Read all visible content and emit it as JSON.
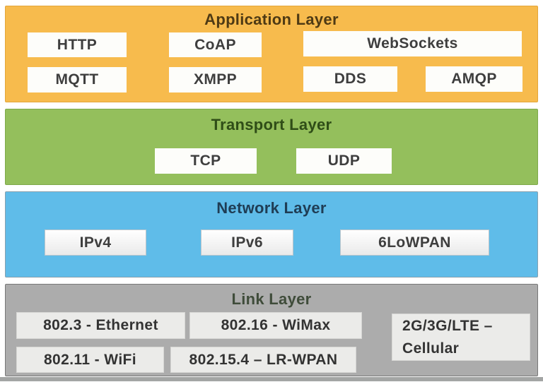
{
  "diagram": {
    "layers": {
      "application": {
        "title": "Application Layer",
        "bg": "#F7BB4D",
        "border": "#E3A53A",
        "title_color": "#4E3A14",
        "row1": [
          "HTTP",
          "CoAP",
          "WebSockets"
        ],
        "row2": [
          "MQTT",
          "XMPP",
          "DDS",
          "AMQP"
        ]
      },
      "transport": {
        "title": "Transport Layer",
        "bg": "#94BF5C",
        "border": "#7EA94A",
        "title_color": "#2F4D17",
        "boxes": [
          "TCP",
          "UDP"
        ]
      },
      "network": {
        "title": "Network Layer",
        "bg": "#5FBCE9",
        "border": "#85A0AF",
        "title_color": "#1F3D55",
        "boxes": [
          "IPv4",
          "IPv6",
          "6LoWPAN"
        ]
      },
      "link": {
        "title": "Link Layer",
        "bg": "#ACACAC",
        "border": "#787878",
        "title_color": "#3F4C3A",
        "row1": [
          "802.3 - Ethernet",
          "802.16 - WiMax"
        ],
        "cellular": {
          "line1": "2G/3G/LTE –",
          "line2": "Cellular"
        },
        "row2": [
          "802.11 - WiFi",
          "802.15.4 – LR-WPAN"
        ]
      }
    }
  }
}
